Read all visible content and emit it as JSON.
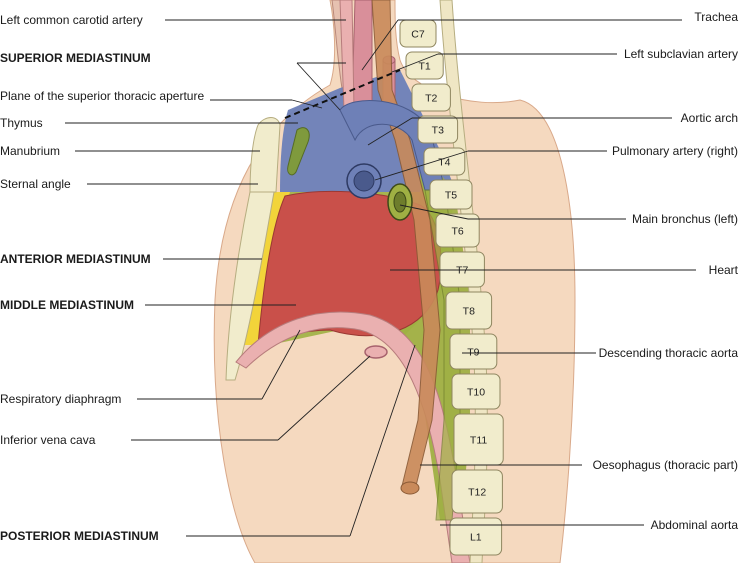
{
  "labels_left": [
    {
      "key": "lcca",
      "text": "Left common carotid artery",
      "bold": false
    },
    {
      "key": "sup",
      "text": "SUPERIOR MEDIASTINUM",
      "bold": true
    },
    {
      "key": "plane",
      "text": "Plane of the superior thoracic aperture",
      "bold": false
    },
    {
      "key": "thym",
      "text": "Thymus",
      "bold": false
    },
    {
      "key": "manu",
      "text": "Manubrium",
      "bold": false
    },
    {
      "key": "sang",
      "text": "Sternal angle",
      "bold": false
    },
    {
      "key": "ant",
      "text": "ANTERIOR MEDIASTINUM",
      "bold": true
    },
    {
      "key": "mid",
      "text": "MIDDLE MEDIASTINUM",
      "bold": true
    },
    {
      "key": "diap",
      "text": "Respiratory diaphragm",
      "bold": false
    },
    {
      "key": "ivc",
      "text": "Inferior vena cava",
      "bold": false
    },
    {
      "key": "post",
      "text": "POSTERIOR MEDIASTINUM",
      "bold": true
    }
  ],
  "labels_right": [
    {
      "key": "trach",
      "text": "Trachea"
    },
    {
      "key": "lsa",
      "text": "Left subclavian artery"
    },
    {
      "key": "arch",
      "text": "Aortic arch"
    },
    {
      "key": "pa",
      "text": "Pulmonary artery (right)"
    },
    {
      "key": "mb",
      "text": "Main bronchus (left)"
    },
    {
      "key": "heart",
      "text": "Heart"
    },
    {
      "key": "dta",
      "text": "Descending thoracic aorta"
    },
    {
      "key": "oes",
      "text": "Oesophagus (thoracic part)"
    },
    {
      "key": "abao",
      "text": "Abdominal aorta"
    }
  ],
  "vertebrae": [
    "C7",
    "T1",
    "T2",
    "T3",
    "T4",
    "T5",
    "T6",
    "T7",
    "T8",
    "T9",
    "T10",
    "T11",
    "T12",
    "L1"
  ],
  "colors": {
    "skin": "#f5d9bf",
    "superior": "#6b7fb8",
    "anterior": "#f2d43a",
    "middle": "#c9504a",
    "posterior": "#9fb043",
    "vessel_pink": "#eab0b0",
    "bone": "#f1eccc",
    "esophagus": "#c98a5a",
    "thymus": "#7f9a3d"
  }
}
